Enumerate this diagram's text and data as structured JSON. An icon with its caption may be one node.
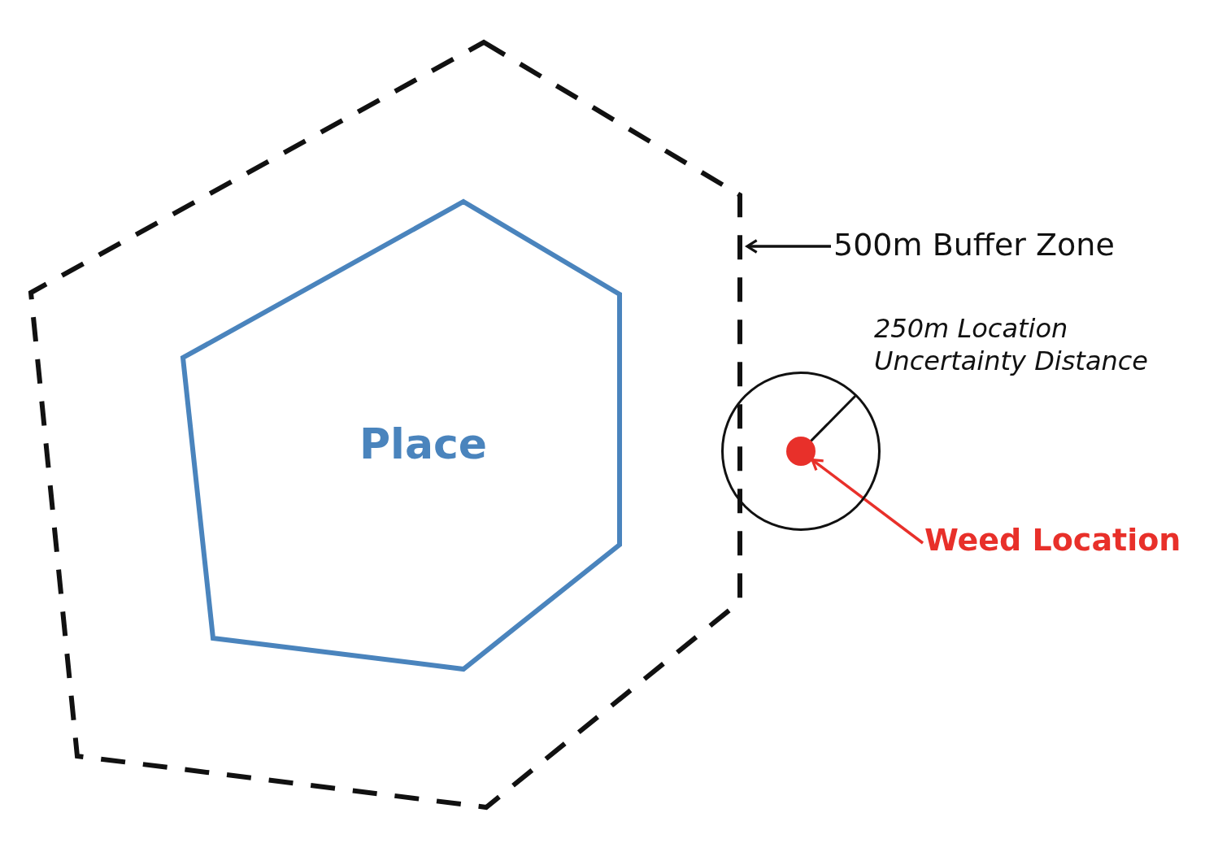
{
  "diagram": {
    "nodes": [
      {
        "text": [],
        "shape": "polygon"
      },
      {
        "text": [
          "Place"
        ],
        "in": 0
      },
      {
        "text": [
          "500m Buffer Zone"
        ]
      },
      {
        "text": [],
        "shape": "circle",
        "beside": [
          "250m Location Uncertainty Distance"
        ]
      },
      {
        "text": [],
        "shape": "circle",
        "in": 3
      },
      {
        "text": [
          "Weed Location"
        ]
      }
    ],
    "edges": [
      {
        "from": 2,
        "to": 0,
        "arrow": "to"
      },
      {
        "from": 5,
        "to": 4,
        "arrow": "to",
        "color": "#e8302a"
      }
    ]
  }
}
